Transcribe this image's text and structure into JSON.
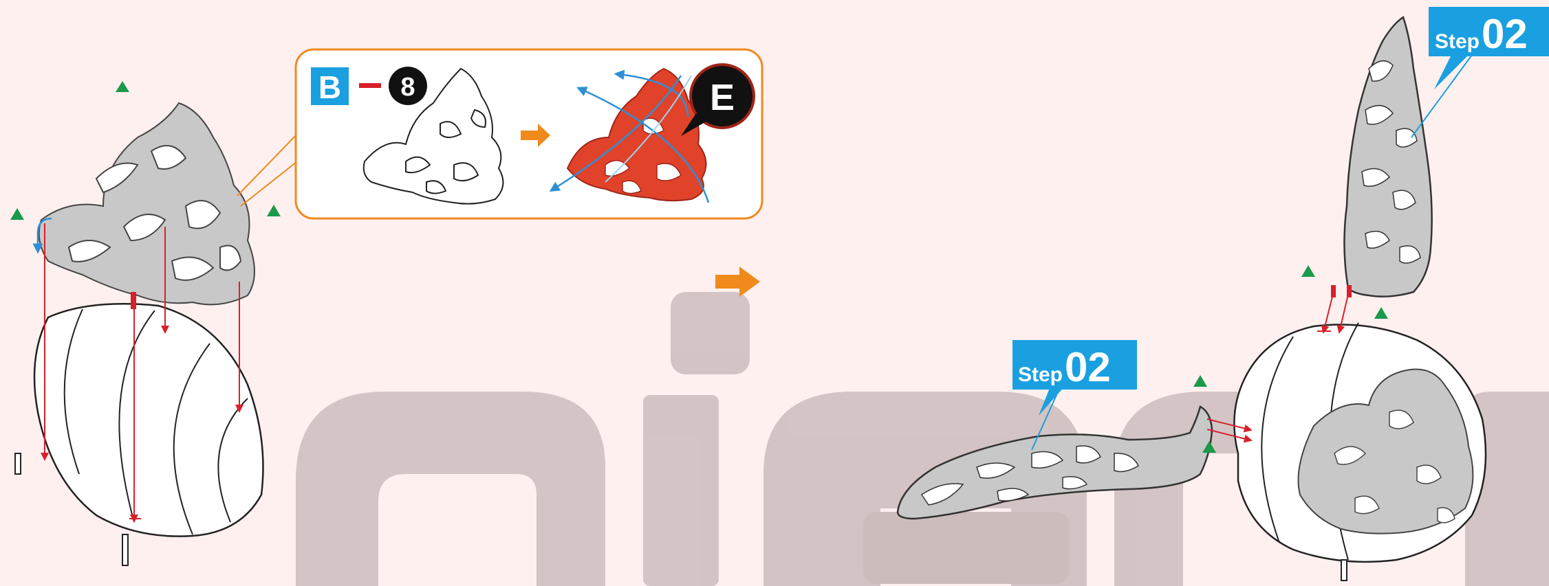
{
  "callout": {
    "part_letter": "B",
    "part_number": "8",
    "target_letter": "E"
  },
  "step_badges": [
    {
      "prefix": "Step",
      "number": "02"
    },
    {
      "prefix": "Step",
      "number": "02"
    }
  ],
  "colors": {
    "background": "#fdf0ef",
    "watermark": "#cdbcbd",
    "badge_blue": "#1aa0e0",
    "arrow_orange": "#f08a1c",
    "part_red": "#e0432a",
    "guide_red": "#d8202a",
    "rotate_blue": "#2f8fd6",
    "marker_green": "#1a9a4a",
    "part_gray": "#c8c8c8",
    "outline": "#222222"
  }
}
